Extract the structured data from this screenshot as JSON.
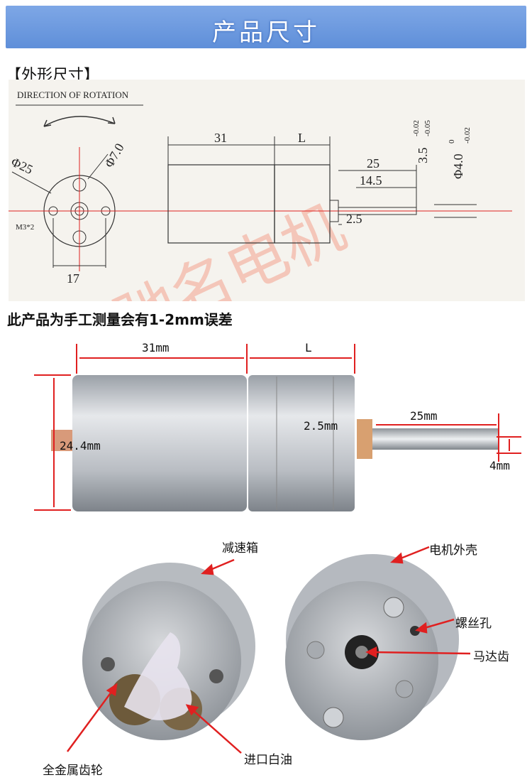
{
  "banner": {
    "title": "产品尺寸"
  },
  "section": {
    "title": "【外形尺寸】"
  },
  "drawing": {
    "rotation_label": "DIRECTION OF ROTATION",
    "dim_31": "31",
    "dim_L": "L",
    "dim_25": "25",
    "dim_14_5": "14.5",
    "dim_2_5": "2.5",
    "dim_17": "17",
    "dim_d25": "Φ25",
    "dim_d7": "Φ7.0",
    "dim_m3": "M3*2",
    "tol_35": "3.5",
    "tol_35_upper": "-0.02",
    "tol_35_lower": "-0.05",
    "tol_40": "Φ4.0",
    "tol_40_upper": "0",
    "tol_40_lower": "-0.02",
    "watermark": "驰名电机"
  },
  "note": "此产品为手工测量会有1-2mm误差",
  "photo_dims": {
    "len_31": "31mm",
    "len_L": "L",
    "dia": "24.4mm",
    "gap": "2.5mm",
    "shaft": "25mm",
    "shaft_dia": "4mm"
  },
  "callouts": {
    "gearbox": "减速箱",
    "housing": "电机外壳",
    "screw_hole": "螺丝孔",
    "motor_gear": "马达齿",
    "metal_gear": "全金属齿轮",
    "grease": "进口白油"
  },
  "colors": {
    "banner": "#6b96de",
    "dim_red": "#e02020",
    "metal": "#b8bcc2"
  }
}
